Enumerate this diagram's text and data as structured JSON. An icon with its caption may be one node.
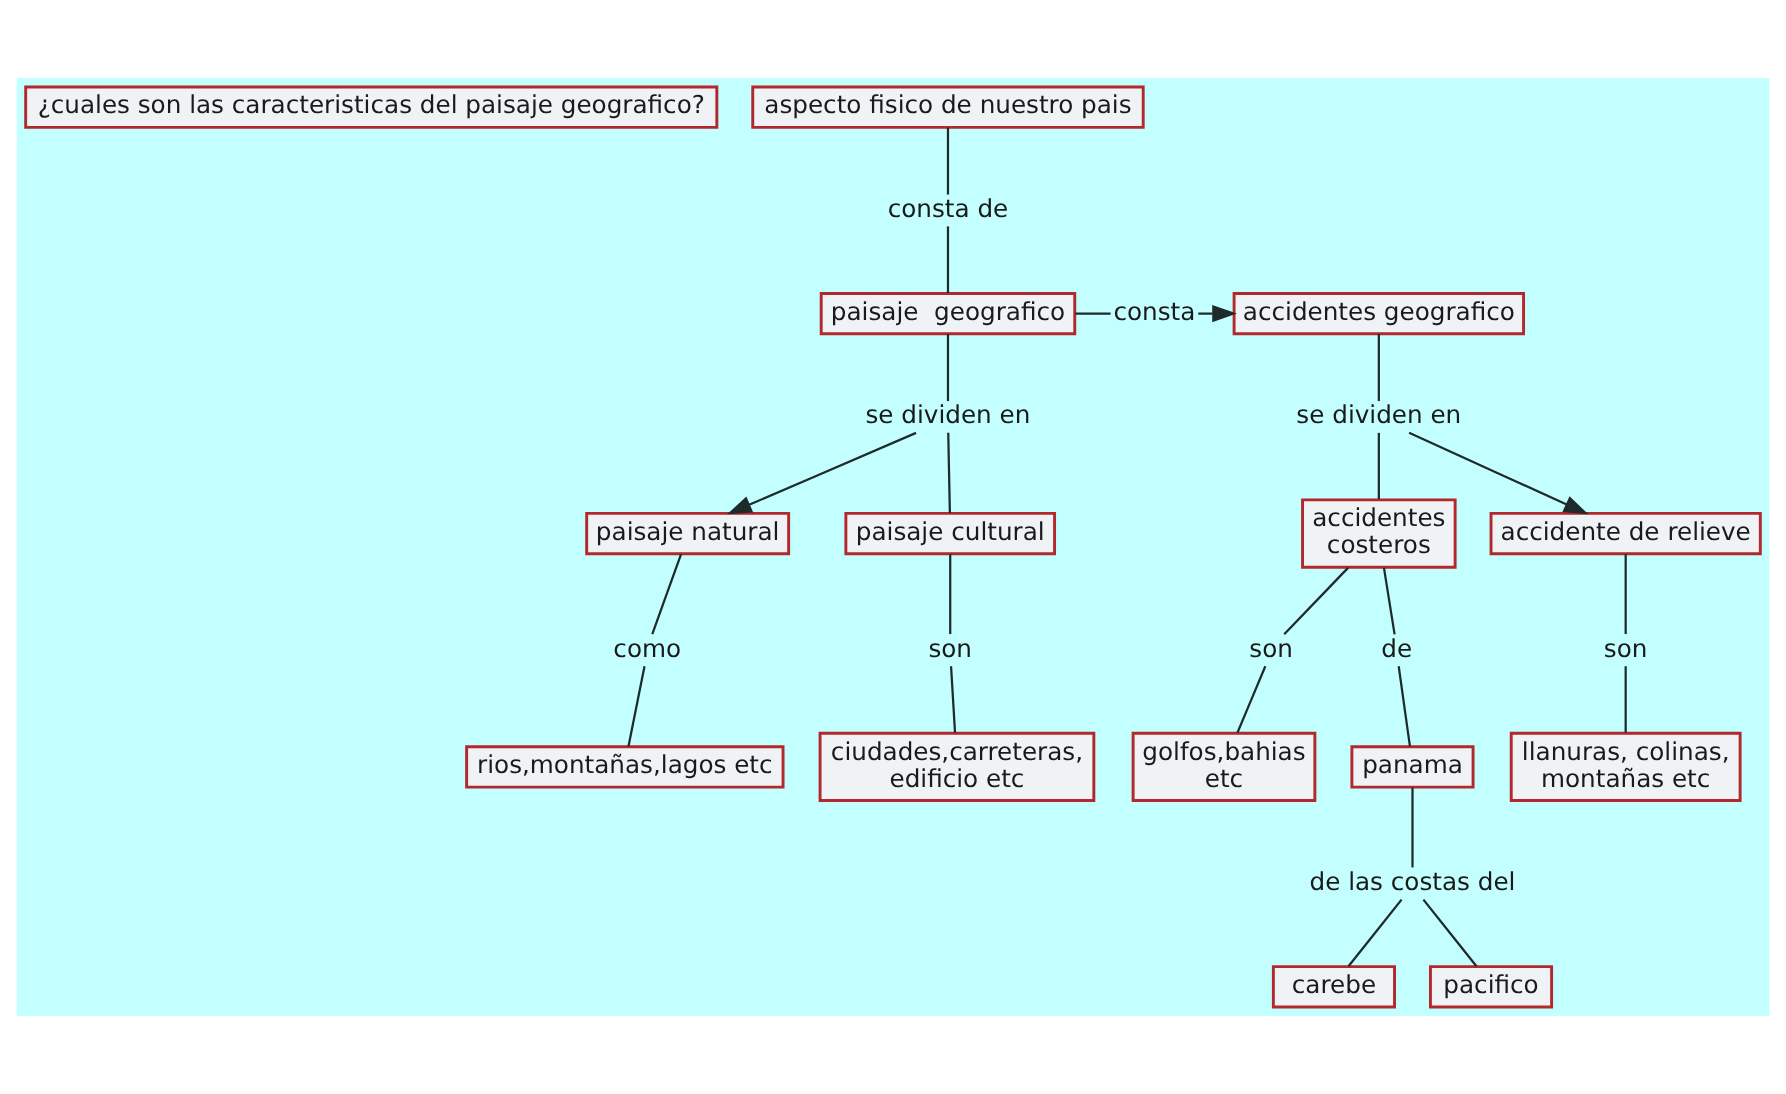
{
  "diagram": {
    "nodes": [
      {
        "text": [
          "¿cuales son las caracteristicas del paisaje geografico?"
        ]
      },
      {
        "text": [
          "aspecto fisico de nuestro pais"
        ]
      },
      {
        "text": [
          "consta de"
        ]
      },
      {
        "text": [
          "paisaje  geografico"
        ]
      },
      {
        "text": [
          "consta"
        ]
      },
      {
        "text": [
          "accidentes geografico"
        ]
      },
      {
        "text": [
          "se dividen en"
        ]
      },
      {
        "text": [
          "se dividen en"
        ]
      },
      {
        "text": [
          "paisaje natural"
        ]
      },
      {
        "text": [
          "paisaje cultural"
        ]
      },
      {
        "text": [
          "accidentes costeros"
        ]
      },
      {
        "text": [
          "de"
        ]
      },
      {
        "text": [
          "accidente de relieve"
        ]
      },
      {
        "text": [
          "como"
        ]
      },
      {
        "text": [
          "son"
        ]
      },
      {
        "text": [
          "son"
        ]
      },
      {
        "text": [
          "son"
        ]
      },
      {
        "text": [
          "rios,montañas,lagos etc"
        ]
      },
      {
        "text": [
          "ciudades,carreteras, edificio etc"
        ]
      },
      {
        "text": [
          "golfos,bahias etc"
        ]
      },
      {
        "text": [
          "panama"
        ]
      },
      {
        "text": [
          "llanuras, colinas, montañas etc"
        ]
      },
      {
        "text": [
          "de las costas del"
        ]
      },
      {
        "text": [
          "carebe"
        ]
      },
      {
        "text": [
          "pacifico"
        ]
      }
    ],
    "edges": [
      {
        "from": 1,
        "to": 2,
        "arrow": "none"
      },
      {
        "from": 2,
        "to": 3,
        "arrow": "none"
      },
      {
        "from": 3,
        "to": 4,
        "arrow": "none"
      },
      {
        "from": 4,
        "to": 5,
        "arrow": "to"
      },
      {
        "from": 3,
        "to": 6,
        "arrow": "none"
      },
      {
        "from": 6,
        "to": 8,
        "arrow": "to"
      },
      {
        "from": 6,
        "to": 9,
        "arrow": "none"
      },
      {
        "from": 5,
        "to": 7,
        "arrow": "none"
      },
      {
        "from": 7,
        "to": 10,
        "arrow": "none"
      },
      {
        "from": 7,
        "to": 12,
        "arrow": "to"
      },
      {
        "from": 8,
        "to": 13,
        "arrow": "none"
      },
      {
        "from": 13,
        "to": 17,
        "arrow": "none"
      },
      {
        "from": 9,
        "to": 14,
        "arrow": "none"
      },
      {
        "from": 14,
        "to": 18,
        "arrow": "none"
      },
      {
        "from": 10,
        "to": 15,
        "arrow": "none"
      },
      {
        "from": 15,
        "to": 19,
        "arrow": "none"
      },
      {
        "from": 10,
        "to": 11,
        "arrow": "none"
      },
      {
        "from": 11,
        "to": 20,
        "arrow": "none"
      },
      {
        "from": 12,
        "to": 16,
        "arrow": "none"
      },
      {
        "from": 16,
        "to": 21,
        "arrow": "none"
      },
      {
        "from": 20,
        "to": 22,
        "arrow": "none"
      },
      {
        "from": 22,
        "to": 23,
        "arrow": "none"
      },
      {
        "from": 22,
        "to": 24,
        "arrow": "none"
      }
    ]
  }
}
